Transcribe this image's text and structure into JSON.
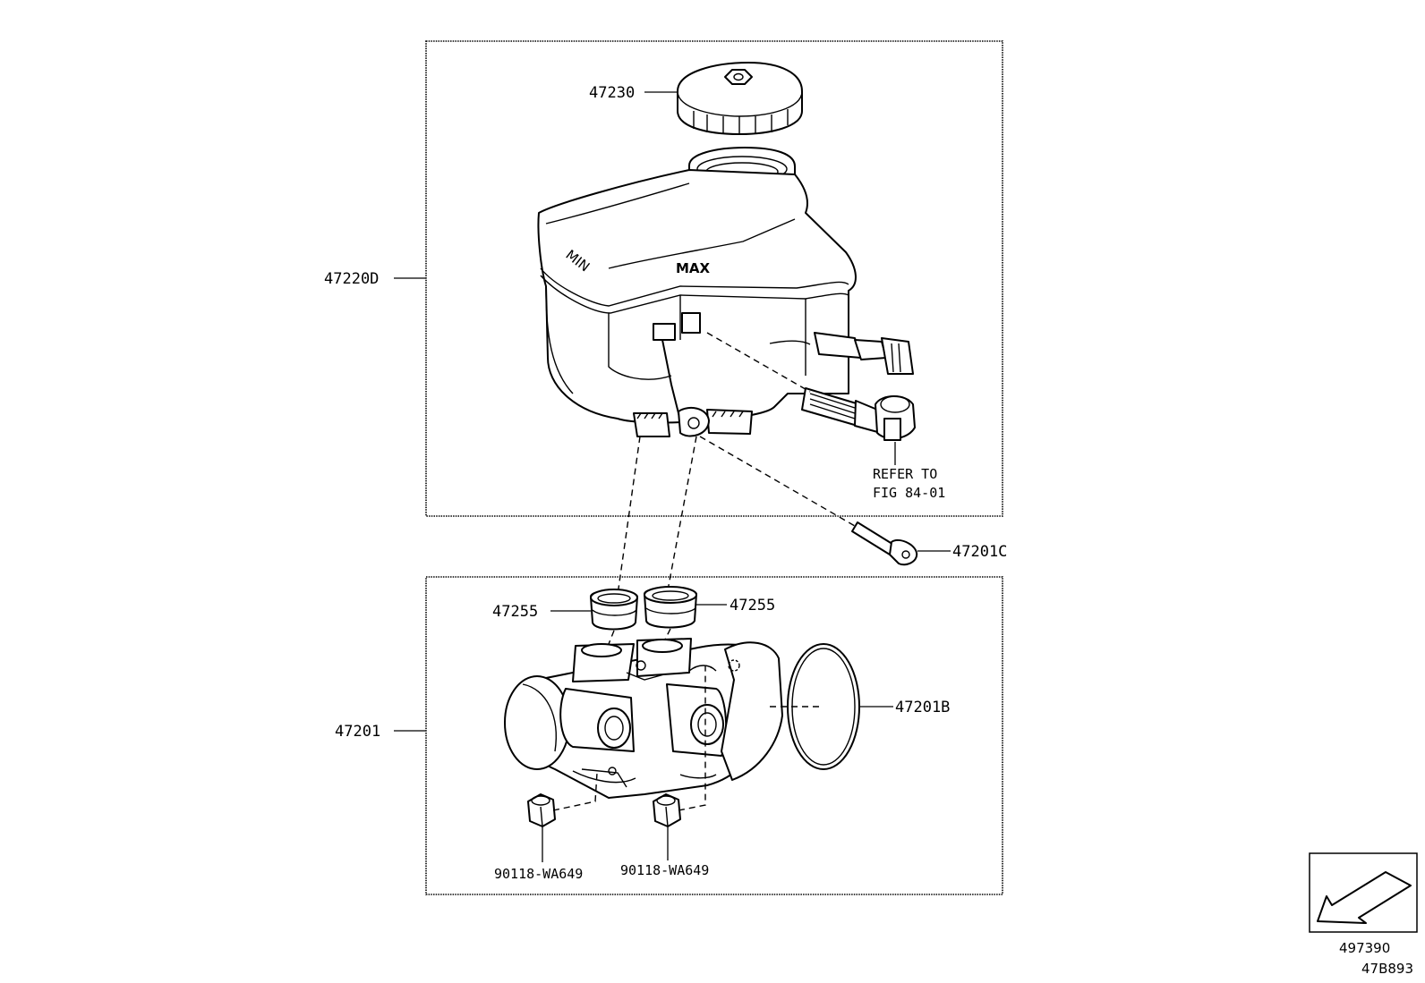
{
  "parts": {
    "cap": "47230",
    "reservoir": "47220D",
    "pin": "47201C",
    "grommet_left": "47255",
    "grommet_right": "47255",
    "oring": "47201B",
    "master_cylinder": "47201",
    "nut_left": "90118-WA649",
    "nut_right": "90118-WA649"
  },
  "reservoir_marks": {
    "min": "MIN",
    "max": "MAX"
  },
  "reference_note": {
    "line1": "REFER TO",
    "line2": "FIG 84-01"
  },
  "orientation_box": {
    "code": "497390"
  },
  "illustration_code": "47B893"
}
